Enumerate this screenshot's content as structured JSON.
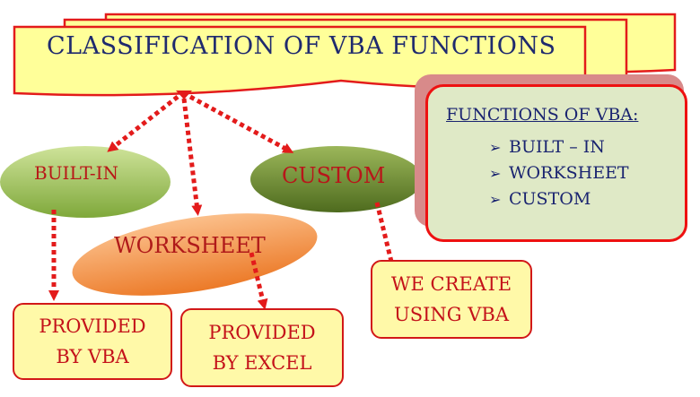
{
  "title": "CLASSIFICATION OF VBA FUNCTIONS",
  "panel": {
    "title": "FUNCTIONS OF VBA:",
    "bullet_glyph": "➢",
    "items": [
      "BUILT – IN",
      "WORKSHEET",
      "CUSTOM"
    ]
  },
  "nodes": {
    "builtin": "BUILT-IN",
    "custom": "CUSTOM",
    "worksheet": "WORKSHEET"
  },
  "boxes": {
    "builtin_desc": [
      "PROVIDED",
      "BY VBA"
    ],
    "worksheet_desc": [
      "PROVIDED",
      "BY EXCEL"
    ],
    "custom_desc": [
      "WE CREATE",
      "USING VBA"
    ]
  },
  "colors": {
    "title_text": "#1f2a6e",
    "accent_red": "#e31b1b",
    "banner_fill": "#ffff99",
    "box_fill": "#fff9a8",
    "builtin_fill": "#a3c85a",
    "custom_fill": "#6f8c2e",
    "worksheet_fill": "#f28a3c"
  }
}
